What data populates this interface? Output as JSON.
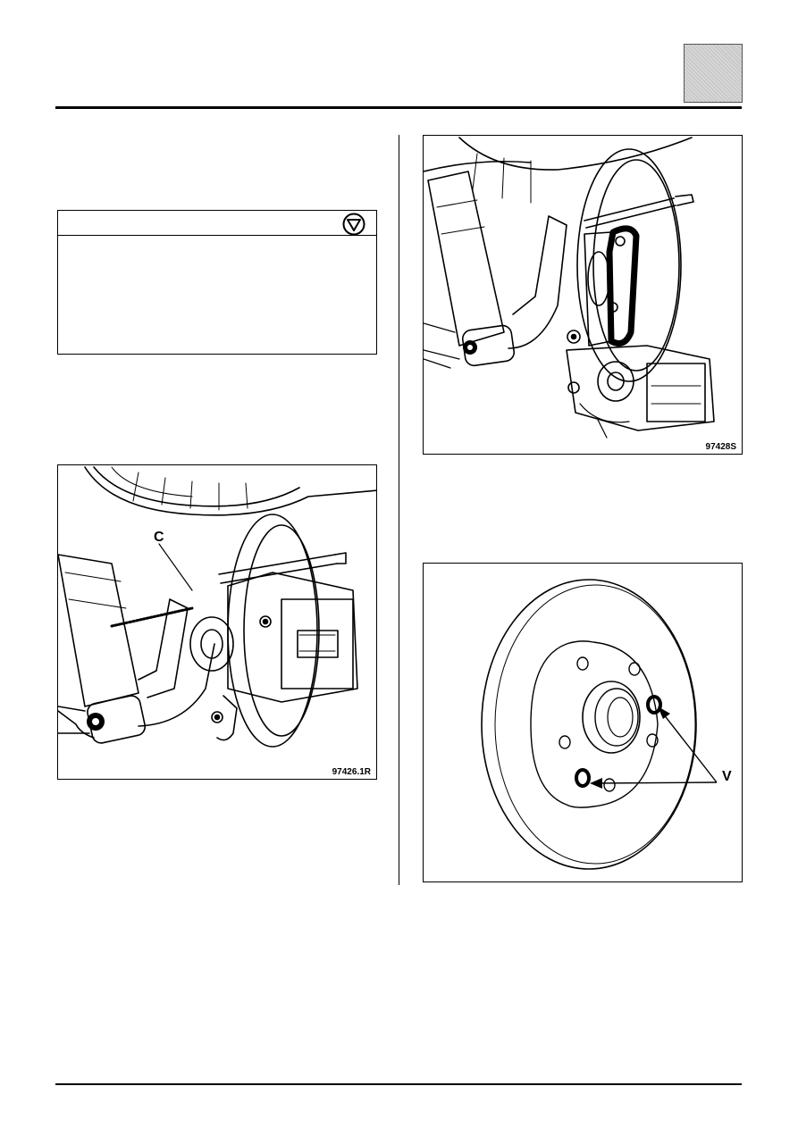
{
  "figures": {
    "fig1": {
      "ref": "97426.1R",
      "callout": "C"
    },
    "fig2": {
      "ref": "97428S"
    },
    "fig3": {
      "callout": "V"
    }
  },
  "icons": {
    "corner_tab": "shaded-square-tab",
    "warning": "stop-triangle-icon"
  },
  "colors": {
    "ink": "#000000",
    "tab_gray": "#c9c9c9"
  }
}
